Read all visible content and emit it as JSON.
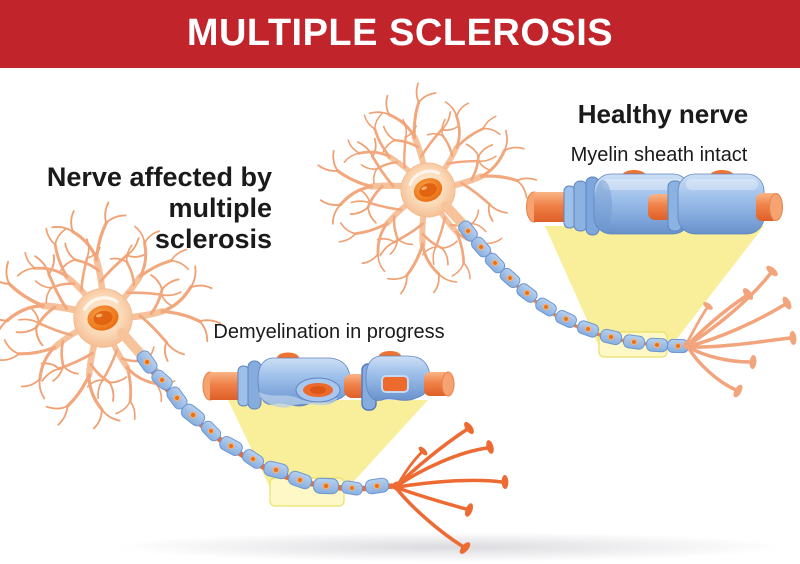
{
  "banner": {
    "title": "MULTIPLE SCLEROSIS"
  },
  "ms_figure": {
    "heading_line1": "Nerve affected by",
    "heading_line2": "multiple",
    "heading_line3": "sclerosis",
    "caption": "Demyelination in progress"
  },
  "healthy_figure": {
    "heading": "Healthy nerve",
    "caption": "Myelin sheath intact"
  },
  "colors": {
    "banner_red": "#C2242C",
    "text_black": "#1A1A1A",
    "myelin_blue": "#8FB4E4",
    "axon_orange": "#ED6A33",
    "neuron_peach": "#F2A77C",
    "magnifier_yellow": "#F9EE9A",
    "background": "#FFFFFF"
  }
}
